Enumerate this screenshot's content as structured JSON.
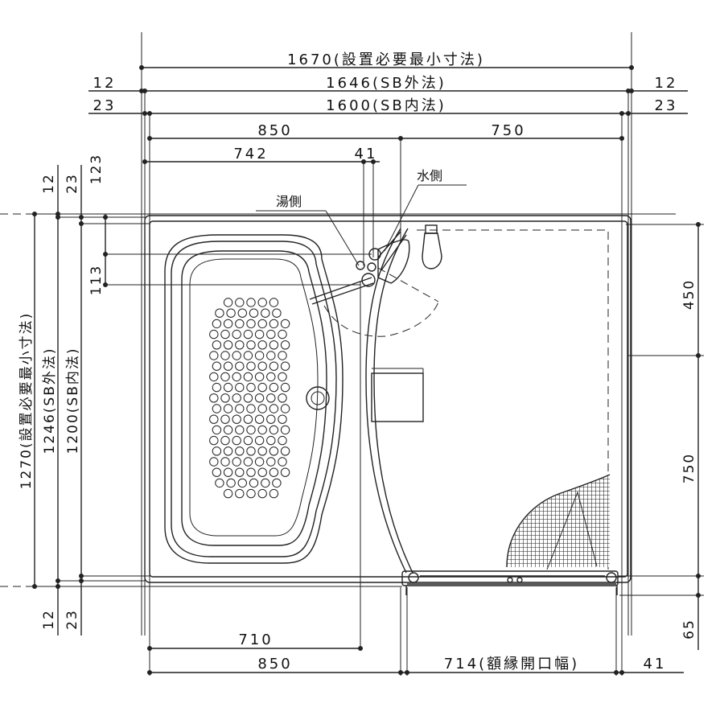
{
  "dims": {
    "top": {
      "total": "1670(設置必要最小寸法)",
      "sb_outer": "1646(SB外法)",
      "sb_inner": "1600(SB内法)",
      "left_12": "12",
      "right_12": "12",
      "left_23": "23",
      "right_23": "23",
      "tub_850": "850",
      "wash_750": "750",
      "faucet_742": "742",
      "faucet_41": "41"
    },
    "left": {
      "v12": "12",
      "v23": "23",
      "v123": "123",
      "v113": "113",
      "total": "1270(設置必要最小寸法)",
      "sb_outer": "1246(SB外法)",
      "sb_inner": "1200(SB内法)",
      "b12": "12",
      "b23": "23"
    },
    "right": {
      "v450": "450",
      "v750": "750",
      "v65": "65"
    },
    "bottom": {
      "b710": "710",
      "b850": "850",
      "door": "714(額縁開口幅)",
      "b41": "41"
    }
  },
  "labels": {
    "hot_side": "湯側",
    "water_side": "水側"
  }
}
